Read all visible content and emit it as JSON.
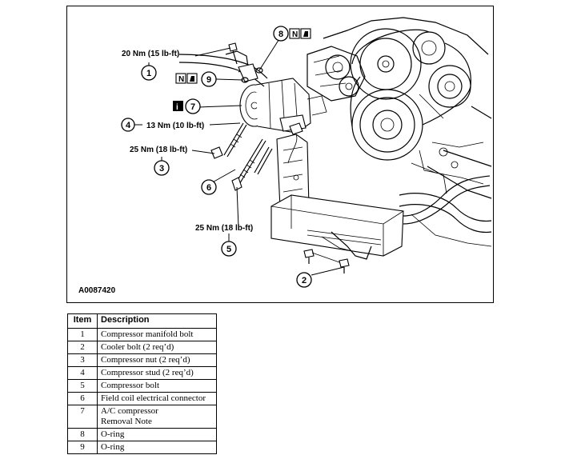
{
  "figure": {
    "figure_id": "A0087420",
    "callouts": [
      "1",
      "2",
      "3",
      "4",
      "5",
      "6",
      "7",
      "8",
      "9"
    ],
    "torques": {
      "t1": "20 Nm (15 lb-ft)",
      "t4": "13 Nm (10 lb-ft)",
      "t3": "25 Nm (18 lb-ft)",
      "t5": "25 Nm (18 lb-ft)"
    },
    "symbols": {
      "new_part": "N",
      "info": "i"
    }
  },
  "table": {
    "headers": {
      "item": "Item",
      "description": "Description"
    },
    "rows": [
      {
        "item": "1",
        "description": [
          "Compressor manifold bolt"
        ]
      },
      {
        "item": "2",
        "description": [
          "Cooler bolt (2 req’d)"
        ]
      },
      {
        "item": "3",
        "description": [
          "Compressor nut (2 req’d)"
        ]
      },
      {
        "item": "4",
        "description": [
          "Compressor stud (2 req’d)"
        ]
      },
      {
        "item": "5",
        "description": [
          "Compressor bolt"
        ]
      },
      {
        "item": "6",
        "description": [
          "Field coil electrical connector"
        ]
      },
      {
        "item": "7",
        "description": [
          "A/C compressor",
          "Removal Note"
        ]
      },
      {
        "item": "8",
        "description": [
          "O-ring"
        ]
      },
      {
        "item": "9",
        "description": [
          "O-ring"
        ]
      }
    ]
  }
}
